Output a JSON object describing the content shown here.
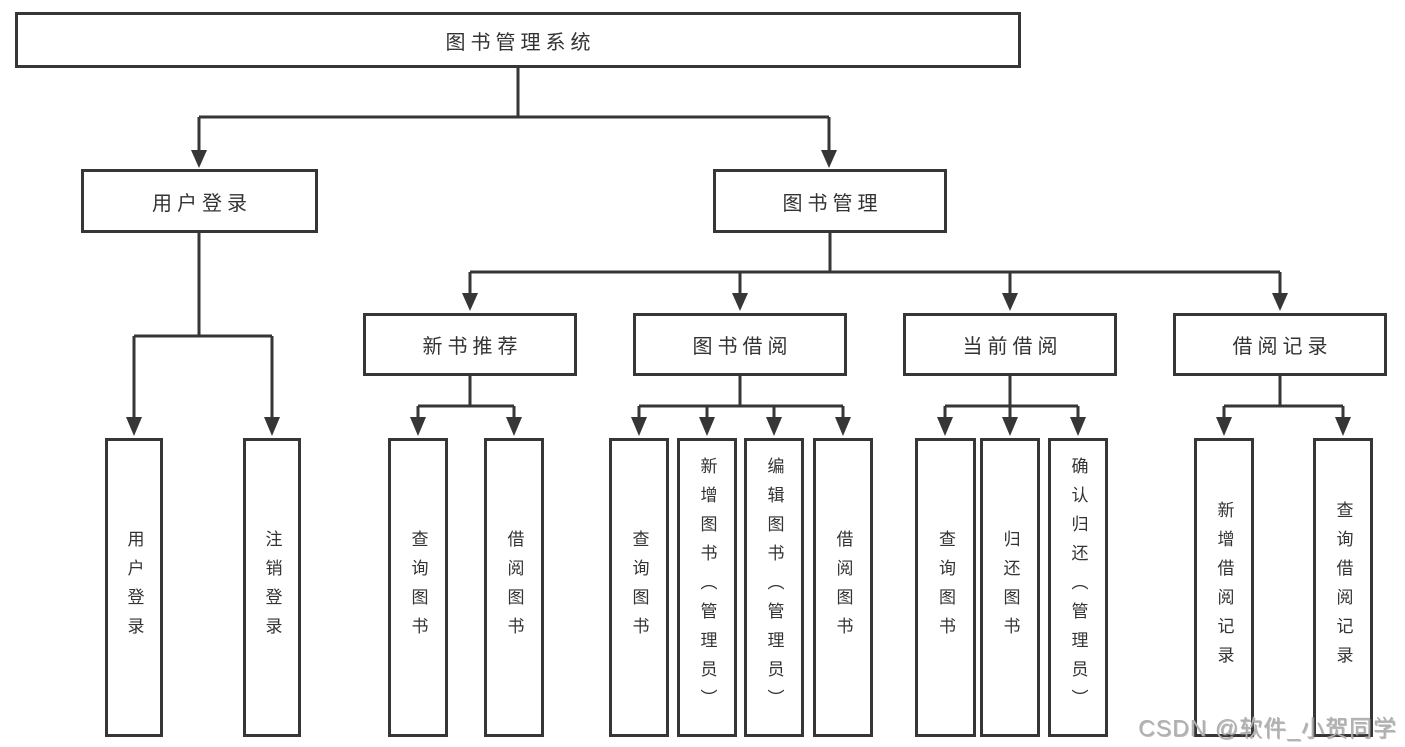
{
  "diagram": {
    "type": "hierarchy-tree",
    "title": "图书管理系统",
    "colors": {
      "line": "#363636",
      "text": "#333333",
      "background": "#ffffff",
      "watermark": "#b0b0b0"
    },
    "nodes": {
      "root": "图书管理系统",
      "user_login": "用户登录",
      "book_mgmt": "图书管理",
      "ul_login": "用户登录",
      "ul_logout": "注销登录",
      "new_book_rec": "新书推荐",
      "book_borrow": "图书借阅",
      "current_borrow": "当前借阅",
      "borrow_records": "借阅记录",
      "nbr_query_books": "查询图书",
      "nbr_borrow_books": "借阅图书",
      "bb_query_books": "查询图书",
      "bb_add_books": "新增图书（管理员）",
      "bb_edit_books": "编辑图书（管理员）",
      "bb_borrow_books": "借阅图书",
      "cb_query_books": "查询图书",
      "cb_return_books": "归还图书",
      "cb_confirm_return": "确认归还（管理员）",
      "br_add_record": "新增借阅记录",
      "br_query_record": "查询借阅记录"
    },
    "hierarchy": {
      "root": [
        "user_login",
        "book_mgmt"
      ],
      "user_login": [
        "ul_login",
        "ul_logout"
      ],
      "book_mgmt": [
        "new_book_rec",
        "book_borrow",
        "current_borrow",
        "borrow_records"
      ],
      "new_book_rec": [
        "nbr_query_books",
        "nbr_borrow_books"
      ],
      "book_borrow": [
        "bb_query_books",
        "bb_add_books",
        "bb_edit_books",
        "bb_borrow_books"
      ],
      "current_borrow": [
        "cb_query_books",
        "cb_return_books",
        "cb_confirm_return"
      ],
      "borrow_records": [
        "br_add_record",
        "br_query_record"
      ]
    }
  },
  "watermark": "CSDN @软件_小贺同学"
}
